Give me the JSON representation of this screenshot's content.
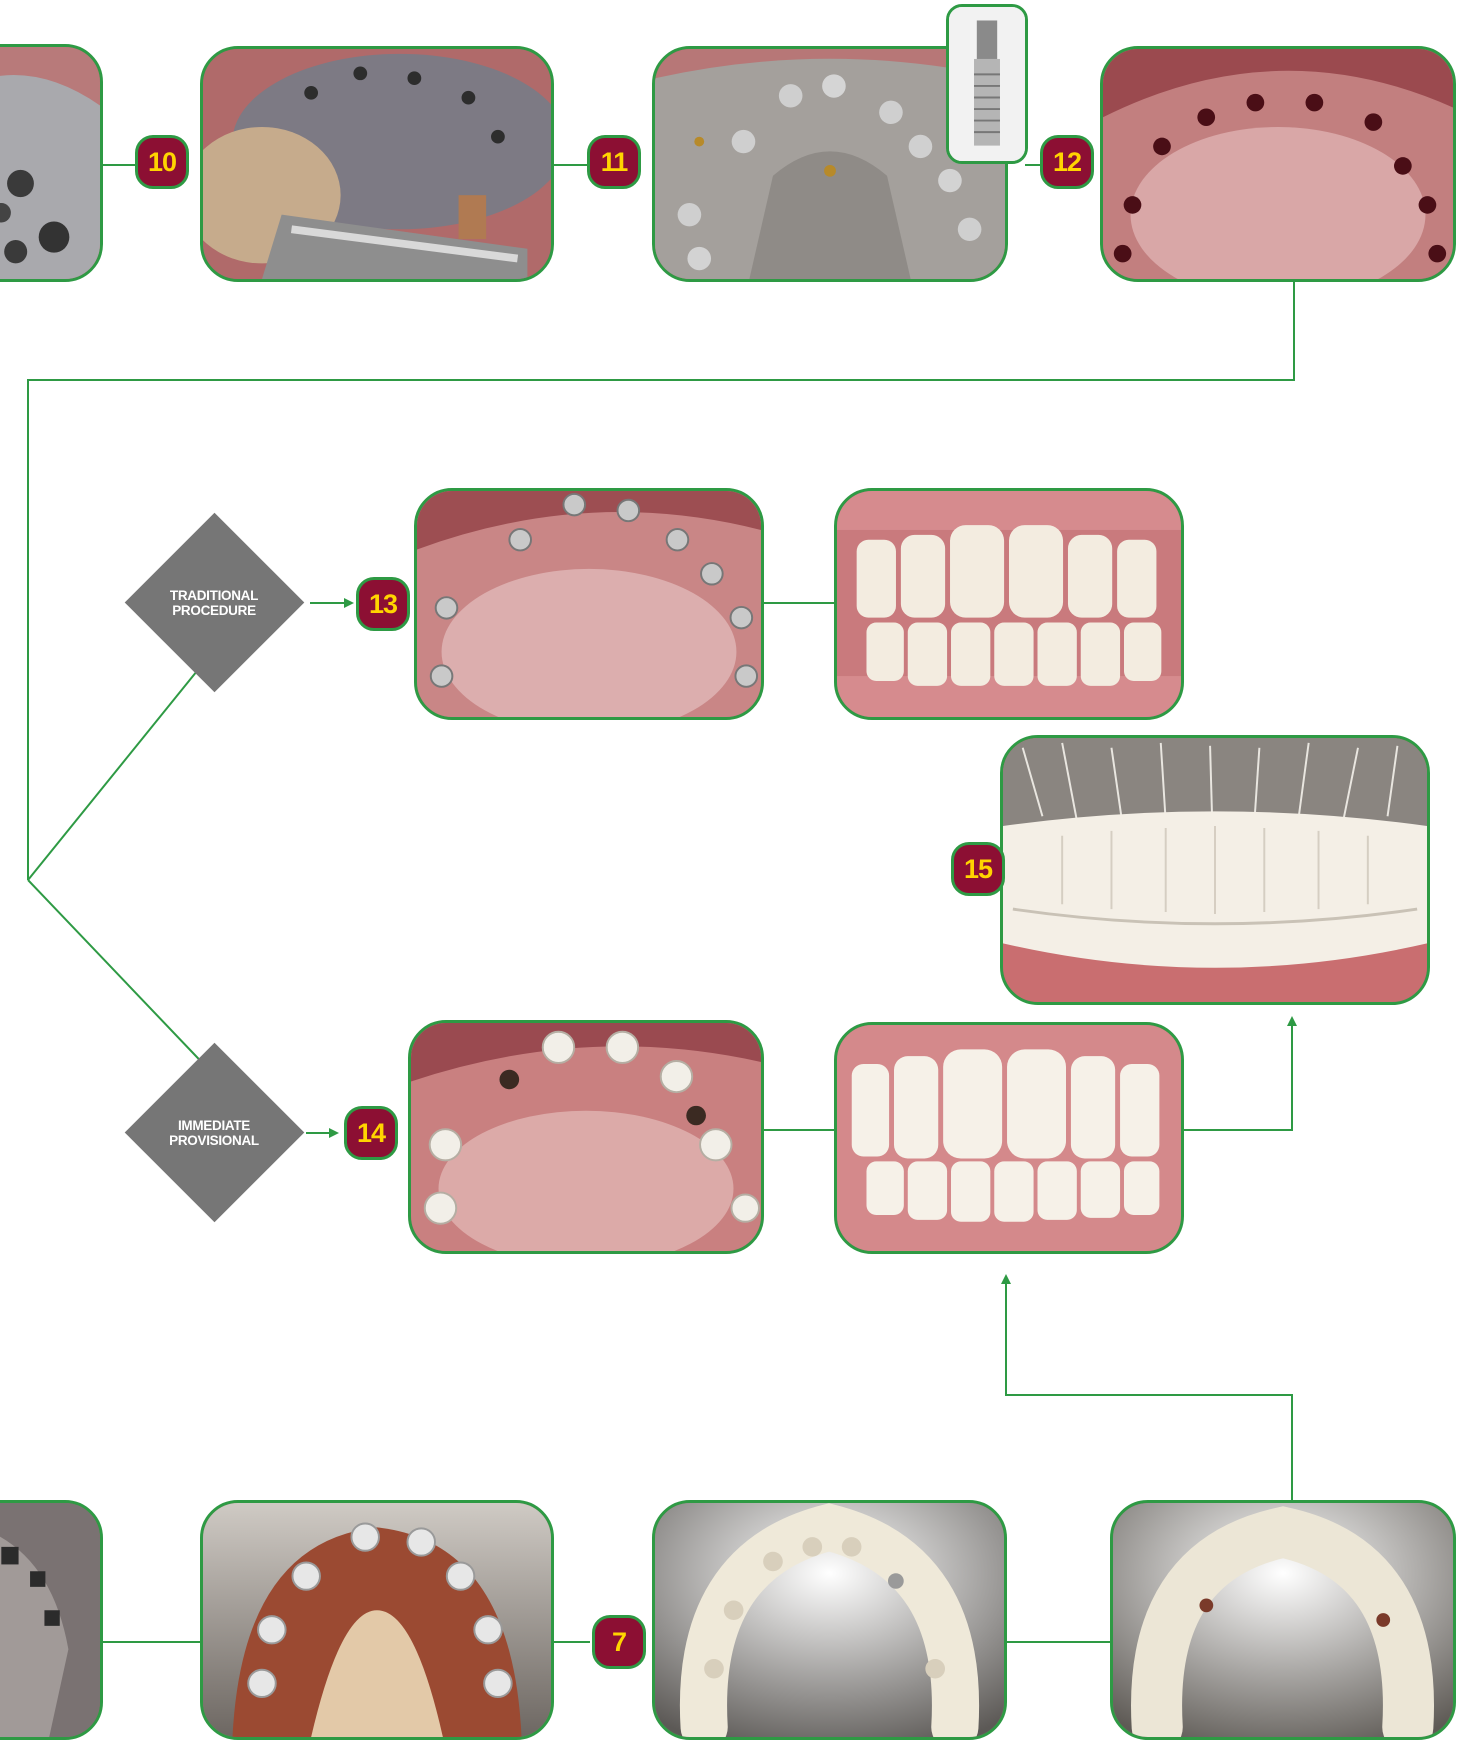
{
  "steps": {
    "s10": "10",
    "s11": "11",
    "s12": "12",
    "s13": "13",
    "s14": "14",
    "s15": "15",
    "s7": "7"
  },
  "decisions": {
    "traditional": {
      "line1": "TRADITIONAL",
      "line2": "PROCEDURE"
    },
    "immediate": {
      "line1": "IMMEDIATE",
      "line2": "PROVISIONAL"
    }
  },
  "colors": {
    "frame_green": "#2e9a44",
    "badge_bg": "#8c0f33",
    "badge_text": "#ffd400",
    "diamond_gray": "#767676"
  }
}
